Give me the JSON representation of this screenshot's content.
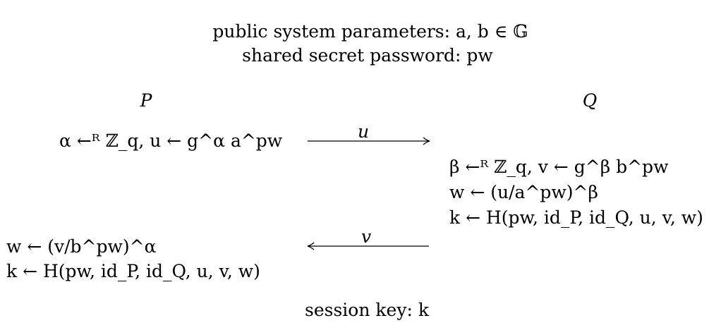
{
  "header": {
    "params_line": "public system parameters: a, b ∈ 𝔾",
    "password_line": "shared secret password: pw"
  },
  "parties": {
    "left": "P",
    "right": "Q"
  },
  "left_side": {
    "step1": "α ←ᴿ ℤ_q, u ← g^α a^pw",
    "step2_line1": "w ← (v/b^pw)^α",
    "step2_line2": "k ← H(pw, id_P, id_Q, u, v, w)"
  },
  "right_side": {
    "line1": "β ←ᴿ ℤ_q, v ← g^β b^pw",
    "line2": "w ← (u/a^pw)^β",
    "line3": "k ← H(pw, id_P, id_Q, u, v, w)"
  },
  "messages": {
    "to_right": "u",
    "to_left": "v"
  },
  "footer": {
    "session_key": "session key: k"
  }
}
